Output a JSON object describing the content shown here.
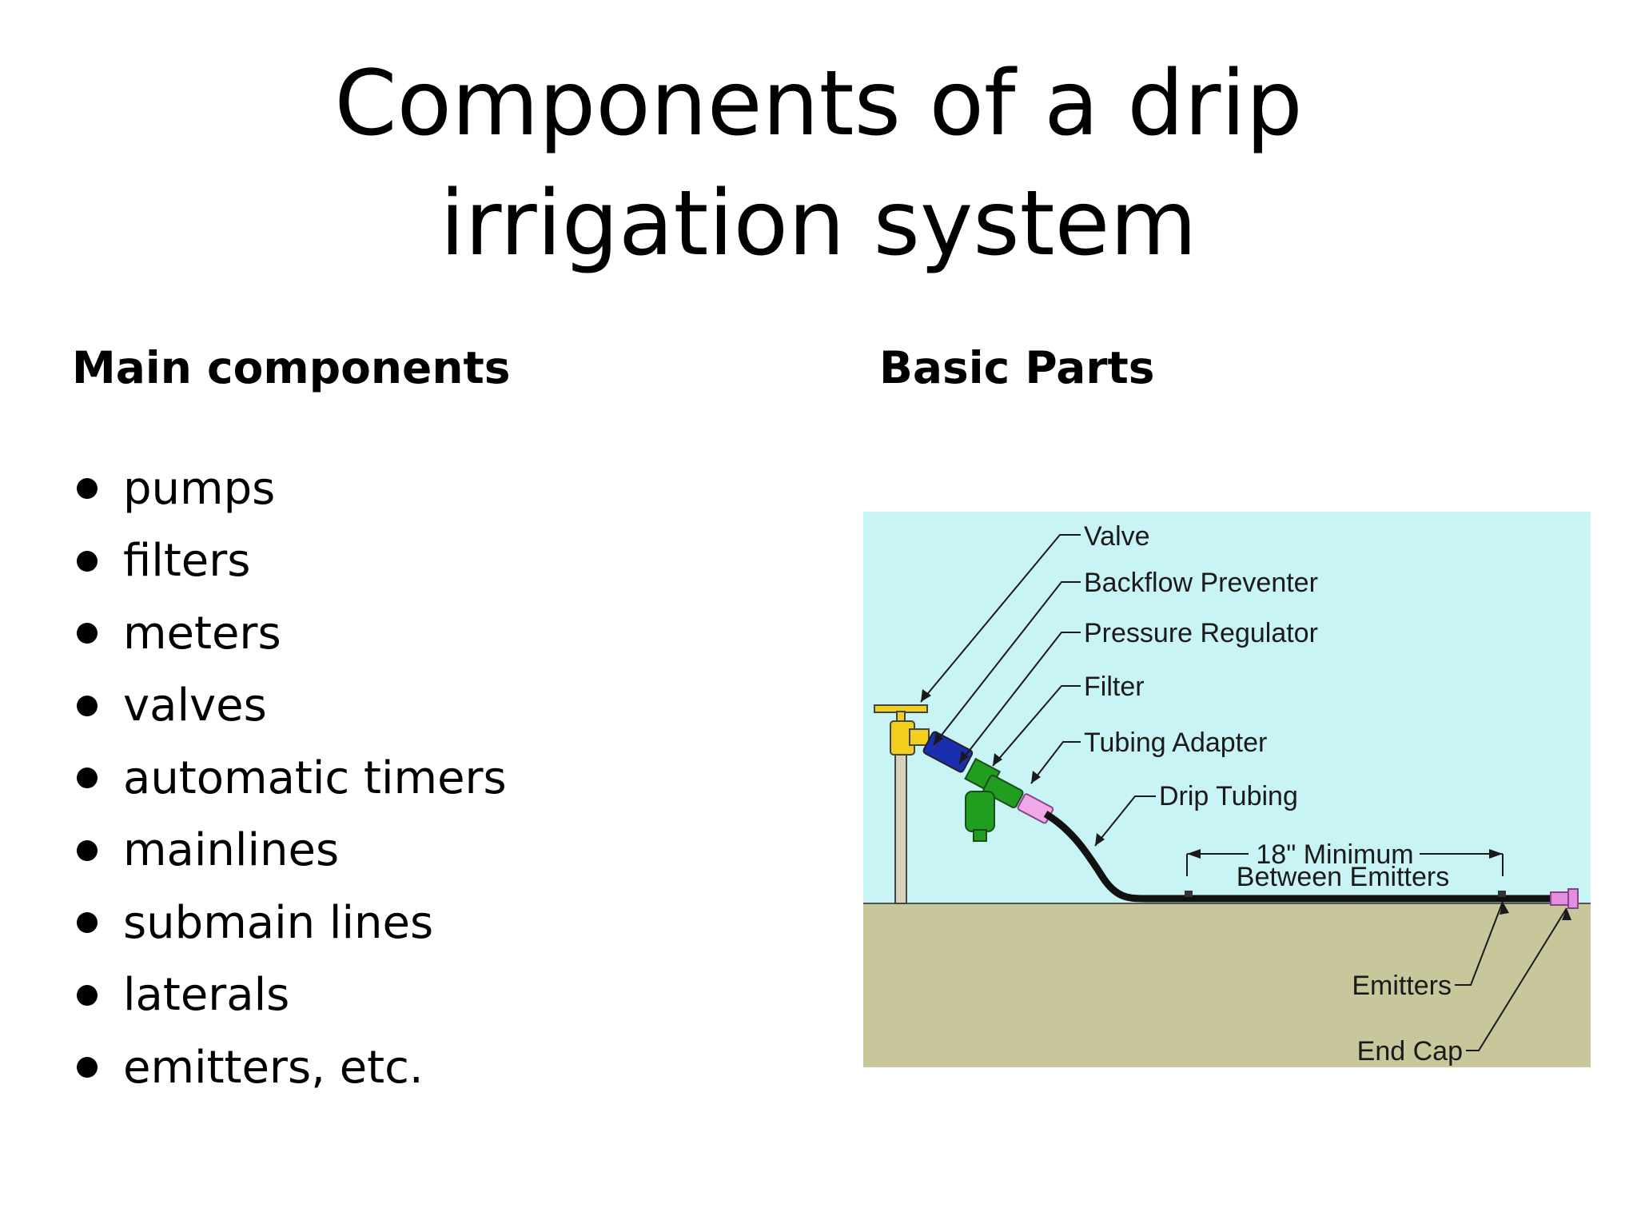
{
  "slide": {
    "title": "Components of a drip irrigation system"
  },
  "left_column": {
    "heading": "Main components",
    "items": [
      "pumps",
      "filters",
      "meters",
      "valves",
      "automatic timers",
      "mainlines",
      "submain lines",
      "laterals",
      "emitters, etc."
    ]
  },
  "right_column": {
    "heading": "Basic Parts",
    "diagram": {
      "labels": {
        "valve": "Valve",
        "backflow_preventer": "Backflow Preventer",
        "pressure_regulator": "Pressure Regulator",
        "filter": "Filter",
        "tubing_adapter": "Tubing Adapter",
        "drip_tubing": "Drip Tubing",
        "spacing_line1": "18\" Minimum",
        "spacing_line2": "Between Emitters",
        "emitters": "Emitters",
        "end_cap": "End Cap"
      },
      "colors": {
        "sky": "#c8f4f6",
        "ground": "#c8c69b",
        "valve": "#f2cf1d",
        "backflow_preventer": "#1a2fb0",
        "pressure_regulator": "#1f9e1f",
        "filter": "#1f9e1f",
        "tubing_adapter": "#f0a8e6",
        "tubing": "#111111",
        "end_cap": "#e58de0",
        "riser": "#d8d2b8"
      }
    }
  }
}
